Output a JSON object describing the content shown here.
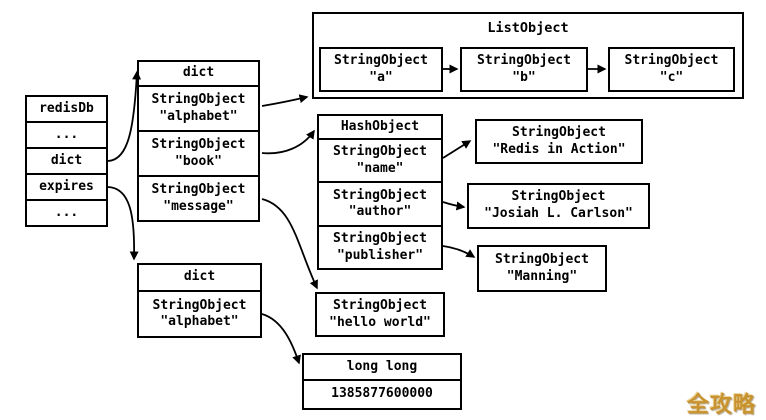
{
  "redisdb": {
    "rows": [
      "redisDb",
      "...",
      "dict",
      "expires",
      "..."
    ]
  },
  "dict1": {
    "header": "dict",
    "cells": [
      {
        "line1": "StringObject",
        "line2": "\"alphabet\""
      },
      {
        "line1": "StringObject",
        "line2": "\"book\""
      },
      {
        "line1": "StringObject",
        "line2": "\"message\""
      }
    ]
  },
  "listobject": {
    "title": "ListObject",
    "items": [
      {
        "line1": "StringObject",
        "line2": "\"a\""
      },
      {
        "line1": "StringObject",
        "line2": "\"b\""
      },
      {
        "line1": "StringObject",
        "line2": "\"c\""
      }
    ]
  },
  "hashobject": {
    "header": "HashObject",
    "cells": [
      {
        "line1": "StringObject",
        "line2": "\"name\""
      },
      {
        "line1": "StringObject",
        "line2": "\"author\""
      },
      {
        "line1": "StringObject",
        "line2": "\"publisher\""
      }
    ]
  },
  "hashvalues": [
    {
      "line1": "StringObject",
      "line2": "\"Redis in Action\""
    },
    {
      "line1": "StringObject",
      "line2": "\"Josiah L. Carlson\""
    },
    {
      "line1": "StringObject",
      "line2": "\"Manning\""
    }
  ],
  "dict2": {
    "header": "dict",
    "cells": [
      {
        "line1": "StringObject",
        "line2": "\"alphabet\""
      }
    ]
  },
  "helloworld": {
    "line1": "StringObject",
    "line2": "\"hello world\""
  },
  "longlong": {
    "header": "long long",
    "value": "1385877600000"
  },
  "watermark": {
    "text": "全攻略",
    "color": "#c8932f"
  }
}
